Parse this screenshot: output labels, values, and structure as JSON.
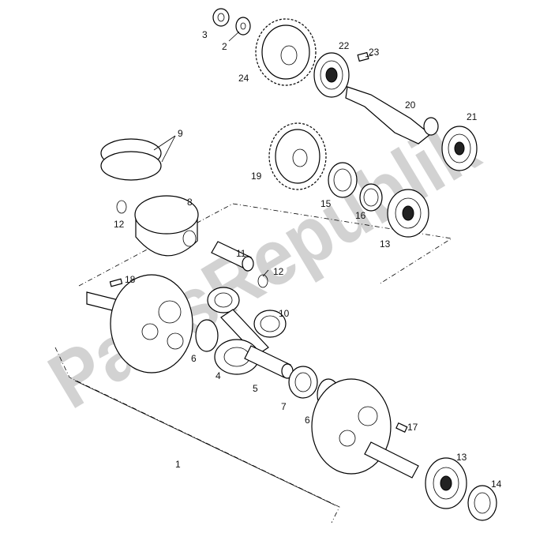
{
  "watermark": "PartsRepublik",
  "callouts": [
    {
      "id": "1",
      "text": "1"
    },
    {
      "id": "2",
      "text": "2"
    },
    {
      "id": "3",
      "text": "3"
    },
    {
      "id": "4",
      "text": "4"
    },
    {
      "id": "5",
      "text": "5"
    },
    {
      "id": "6a",
      "text": "6"
    },
    {
      "id": "6b",
      "text": "6"
    },
    {
      "id": "7",
      "text": "7"
    },
    {
      "id": "8",
      "text": "8"
    },
    {
      "id": "9",
      "text": "9"
    },
    {
      "id": "10",
      "text": "10"
    },
    {
      "id": "11",
      "text": "11"
    },
    {
      "id": "12a",
      "text": "12"
    },
    {
      "id": "12b",
      "text": "12"
    },
    {
      "id": "13a",
      "text": "13"
    },
    {
      "id": "13b",
      "text": "13"
    },
    {
      "id": "14",
      "text": "14"
    },
    {
      "id": "15",
      "text": "15"
    },
    {
      "id": "16",
      "text": "16"
    },
    {
      "id": "17",
      "text": "17"
    },
    {
      "id": "18",
      "text": "18"
    },
    {
      "id": "19",
      "text": "19"
    },
    {
      "id": "20",
      "text": "20"
    },
    {
      "id": "21",
      "text": "21"
    },
    {
      "id": "22",
      "text": "22"
    },
    {
      "id": "23",
      "text": "23"
    },
    {
      "id": "24",
      "text": "24"
    }
  ]
}
